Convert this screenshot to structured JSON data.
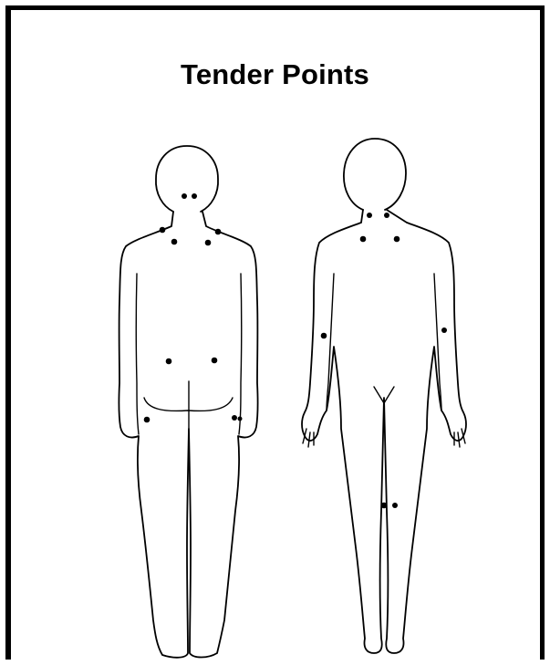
{
  "title": "Tender Points",
  "colors": {
    "border": "#000000",
    "background": "#ffffff",
    "tender_point": "#000000"
  },
  "figures": [
    {
      "view": "back",
      "tender_point_count": 12
    },
    {
      "view": "front",
      "tender_point_count": 8
    }
  ]
}
